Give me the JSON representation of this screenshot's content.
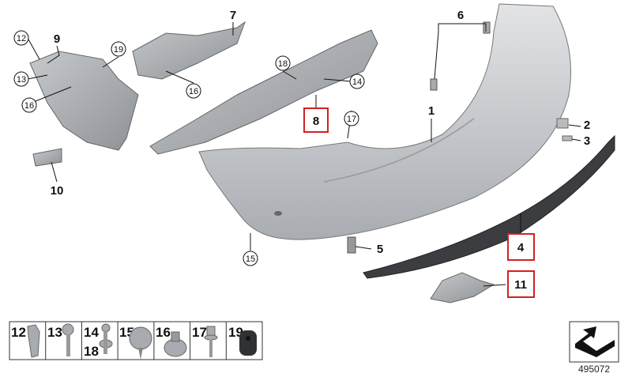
{
  "callouts": {
    "c1": "1",
    "c2": "2",
    "c3": "3",
    "c4": "4",
    "c5": "5",
    "c6": "6",
    "c7": "7",
    "c8": "8",
    "c9": "9",
    "c10": "10",
    "c11": "11",
    "c12": "12",
    "c13": "13",
    "c14": "14",
    "c15": "15",
    "c16a": "16",
    "c16b": "16",
    "c17": "17",
    "c18": "18",
    "c19": "19"
  },
  "highlighted": [
    "8",
    "4",
    "11"
  ],
  "highlight_color": "#d42020",
  "legend": {
    "cells": [
      {
        "num": "12"
      },
      {
        "num": "13"
      },
      {
        "num": "14",
        "num2": "18"
      },
      {
        "num": "15"
      },
      {
        "num": "16"
      },
      {
        "num": "17"
      },
      {
        "num": "19"
      }
    ]
  },
  "diagram_ref": "495072",
  "orientation_icon": "arrow-orientation-icon"
}
